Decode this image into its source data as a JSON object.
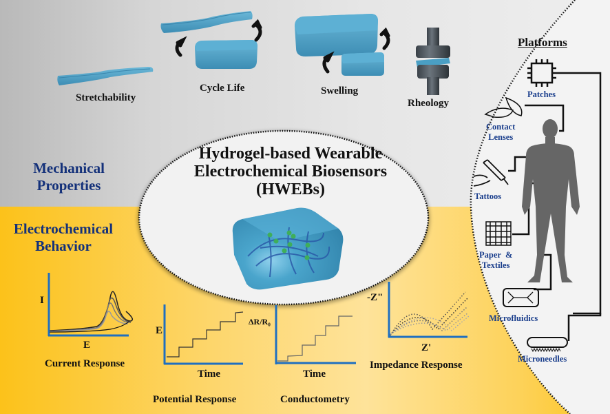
{
  "center": {
    "title_line1": "Hydrogel-based Wearable",
    "title_line2": "Electrochemical Biosensors",
    "title_line3": "(HWEBs)"
  },
  "sections": {
    "mechanical_line1": "Mechanical",
    "mechanical_line2": "Properties",
    "electrochemical_line1": "Electrochemical",
    "electrochemical_line2": "Behavior"
  },
  "mechanical_items": [
    {
      "label": "Stretchability",
      "icon": "stretch-strip-icon"
    },
    {
      "label": "Cycle Life",
      "icon": "cycle-hydrogel-icon"
    },
    {
      "label": "Swelling",
      "icon": "swelling-hydrogel-icon"
    },
    {
      "label": "Rheology",
      "icon": "rheometer-icon"
    }
  ],
  "electrochemical_items": [
    {
      "label": "Current Response",
      "xlabel": "E",
      "ylabel": "I",
      "icon": "voltammogram-plot"
    },
    {
      "label": "Potential Response",
      "xlabel": "Time",
      "ylabel": "E",
      "icon": "step-plot"
    },
    {
      "label": "Conductometry",
      "xlabel": "Time",
      "ylabel": "ΔR/R₀",
      "icon": "step-plot"
    },
    {
      "label": "Impedance Response",
      "xlabel": "Z'",
      "ylabel": "-Z\"",
      "icon": "nyquist-plot"
    }
  ],
  "platforms": {
    "title": "Platforms",
    "items": [
      {
        "label": "Patches",
        "icon": "chip-patch-icon"
      },
      {
        "label_line1": "Contact",
        "label_line2": "Lenses",
        "icon": "contact-lens-icon"
      },
      {
        "label": "Tattoos",
        "icon": "tattoo-pen-icon"
      },
      {
        "label_line1": "Paper  &",
        "label_line2": "Textiles",
        "icon": "woven-textile-icon"
      },
      {
        "label": "Microfluidics",
        "icon": "microfluidic-chip-icon"
      },
      {
        "label": "Microneedles",
        "icon": "microneedle-patch-icon"
      }
    ]
  },
  "colors": {
    "hydrogel": "#4a9fc4",
    "axis_blue": "#1f6fc0",
    "label_navy": "#14317a",
    "gray_bg": "#d6d6d6",
    "yellow_bg": "#fdd66c",
    "body_silhouette": "#666666"
  }
}
